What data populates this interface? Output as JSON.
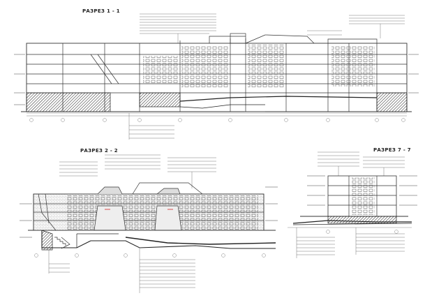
{
  "sheet": {
    "title_1": "РАЗРЕЗ 1 - 1",
    "title_2": "РАЗРЕЗ 2 - 2",
    "title_3": "РАЗРЕЗ 7 - 7"
  },
  "colors": {
    "line": "#3a3a3a",
    "hatch": "#1a1a1a",
    "accent_red": "#d23b3b",
    "paper": "#ffffff"
  }
}
